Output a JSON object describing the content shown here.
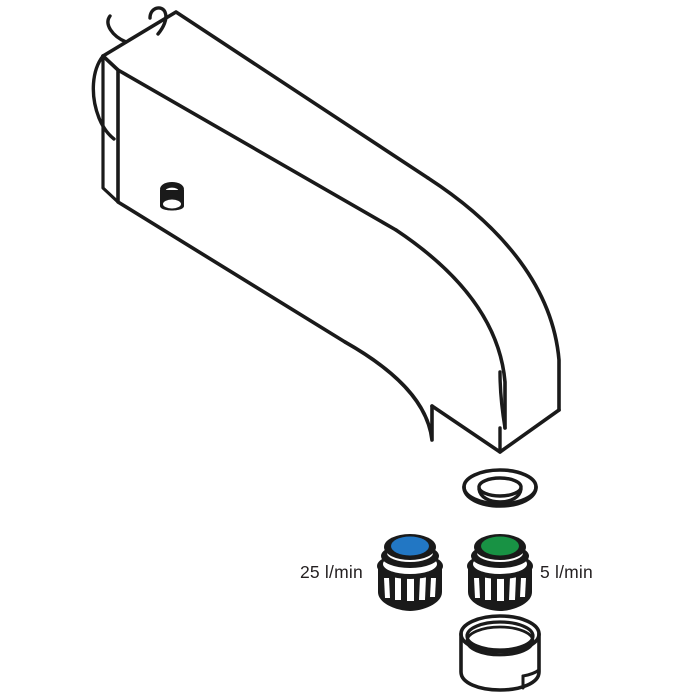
{
  "document": {
    "title": "Faucet spout exploded assembly diagram",
    "background_color": "#ffffff",
    "line_color": "#1a1a1a"
  },
  "labels": {
    "left_flow_rate": "25 l/min",
    "right_flow_rate": "5 l/min"
  },
  "parts": {
    "spout": {
      "name": "wall-mounted angled faucet spout",
      "style": "isometric line drawing"
    },
    "set_screw": {
      "name": "grub set screw"
    },
    "gasket": {
      "name": "sealing washer ring"
    },
    "aerator_blue": {
      "name": "aerator insert",
      "flow_rate": "25 l/min",
      "disc_color": "#2277c4"
    },
    "aerator_green": {
      "name": "aerator insert",
      "flow_rate": "5 l/min",
      "disc_color": "#189244"
    },
    "sleeve": {
      "name": "aerator housing sleeve"
    }
  },
  "colors": {
    "blue_disc": "#2277c4",
    "green_disc": "#189244",
    "outline": "#1a1a1a",
    "background": "#ffffff"
  }
}
